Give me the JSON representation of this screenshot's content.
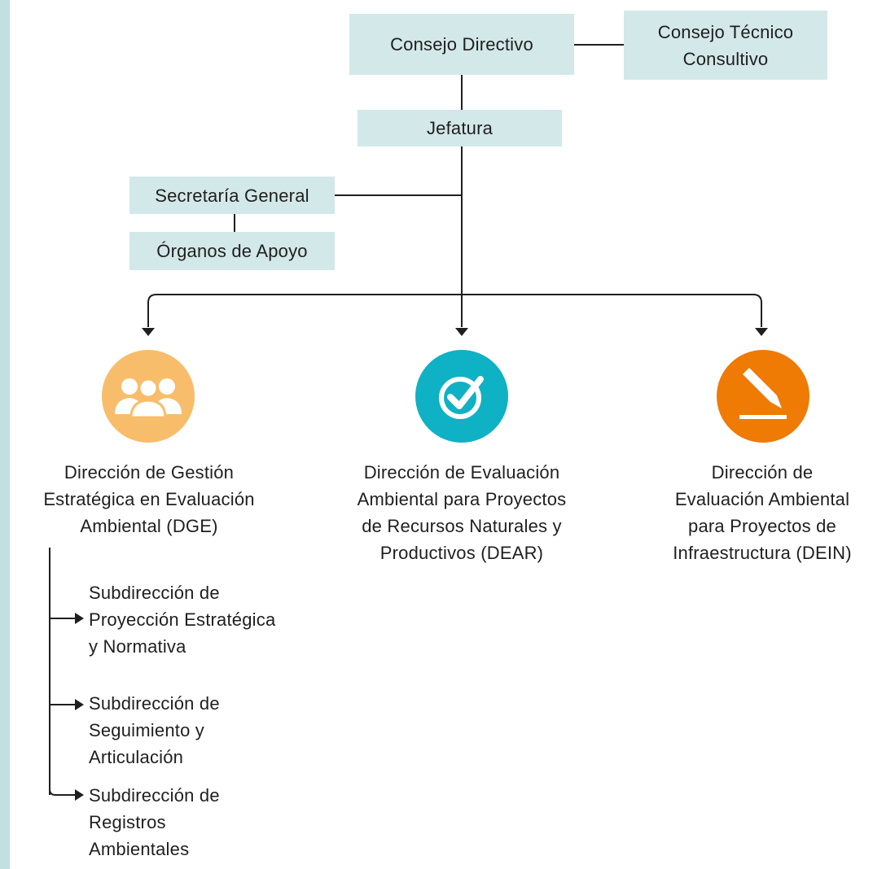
{
  "colors": {
    "box_fill": "#d3e8e8",
    "side_bar": "#c2e0df",
    "line": "#1f1f1f",
    "dge_circle": "#f8bd6a",
    "dear_circle": "#0fb1c4",
    "dein_circle": "#ef7a04"
  },
  "boxes": {
    "consejo_directivo": "Consejo Directivo",
    "consejo_tecnico": [
      "Consejo Técnico",
      "Consultivo"
    ],
    "jefatura": "Jefatura",
    "secretaria_general": "Secretaría General",
    "organos_apoyo": "Órganos de Apoyo"
  },
  "directions": [
    {
      "icon": "people-group-icon",
      "lines": [
        "Dirección de Gestión",
        "Estratégica en Evaluación",
        "Ambiental (DGE)"
      ]
    },
    {
      "icon": "checkmark-badge-icon",
      "lines": [
        "Dirección de Evaluación",
        "Ambiental para Proyectos",
        "de Recursos Naturales y",
        "Productivos (DEAR)"
      ]
    },
    {
      "icon": "pencil-icon",
      "lines": [
        "Dirección de",
        "Evaluación Ambiental",
        "para Proyectos de",
        "Infraestructura (DEIN)"
      ]
    }
  ],
  "subdirections": [
    {
      "lines": [
        "Subdirección de",
        "Proyección Estratégica",
        "y Normativa"
      ]
    },
    {
      "lines": [
        "Subdirección de",
        "Seguimiento y",
        "Articulación"
      ]
    },
    {
      "lines": [
        "Subdirección de",
        "Registros",
        "Ambientales"
      ]
    }
  ]
}
